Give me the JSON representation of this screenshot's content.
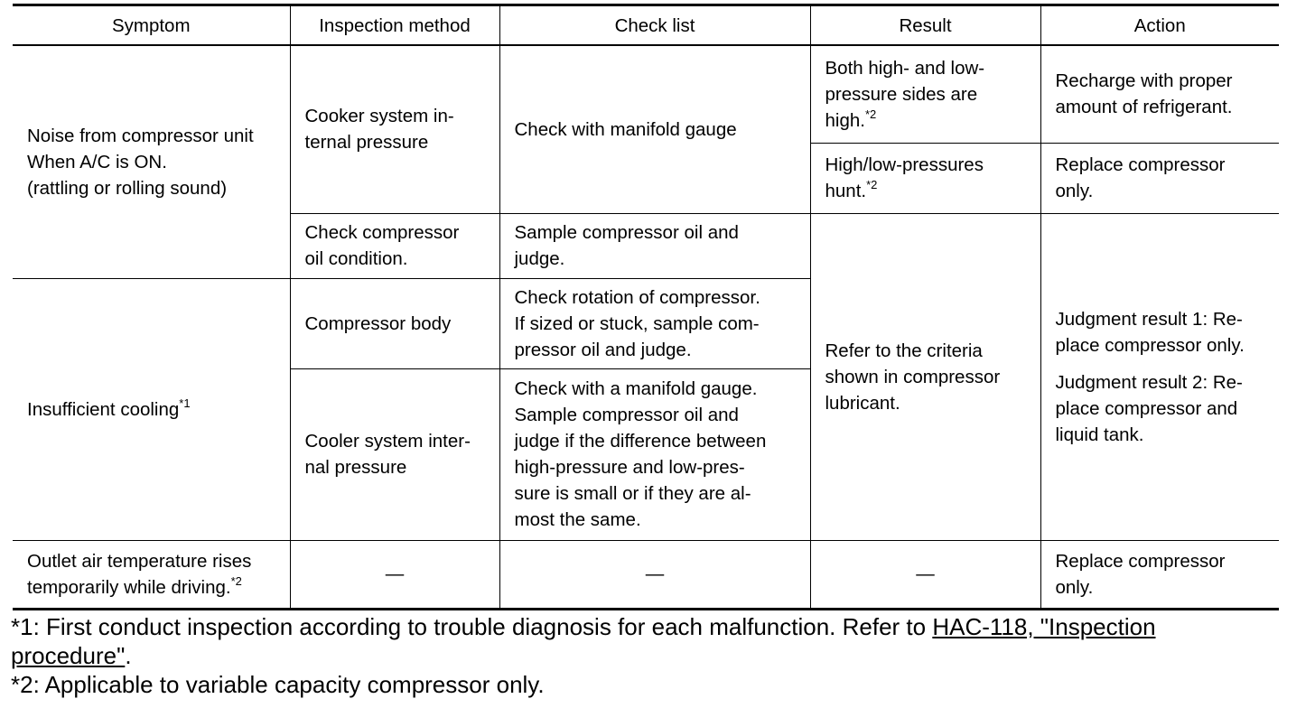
{
  "headers": {
    "symptom": "Symptom",
    "method": "Inspection method",
    "checklist": "Check list",
    "result": "Result",
    "action": "Action"
  },
  "rows": {
    "noise": {
      "symptom_l1": "Noise from compressor unit",
      "symptom_l2": "When A/C is ON.",
      "symptom_l3": "(rattling or rolling sound)",
      "method1_l1": "Cooker system in-",
      "method1_l2": "ternal pressure",
      "check1": "Check with manifold gauge",
      "result1_l1": "Both high- and low-",
      "result1_l2": "pressure sides are",
      "result1_l3": "high.",
      "result1_sup": "*2",
      "action1_l1": "Recharge with proper",
      "action1_l2": "amount of refrigerant.",
      "result2_l1": "High/low-pressures",
      "result2_l2": "hunt.",
      "result2_sup": "*2",
      "action2_l1": "Replace compressor",
      "action2_l2": "only.",
      "method2_l1": "Check compressor",
      "method2_l2": "oil condition.",
      "check2_l1": "Sample compressor oil and",
      "check2_l2": "judge."
    },
    "cooling": {
      "symptom": "Insufficient cooling",
      "symptom_sup": "*1",
      "method1": "Compressor body",
      "check1_l1": "Check rotation of compressor.",
      "check1_l2": "If sized or stuck, sample com-",
      "check1_l3": "pressor oil and judge.",
      "method2_l1": "Cooler system inter-",
      "method2_l2": "nal pressure",
      "check2_l1": "Check with a manifold gauge.",
      "check2_l2": "Sample compressor oil and",
      "check2_l3": "judge if the difference between",
      "check2_l4": "high-pressure and low-pres-",
      "check2_l5": "sure is small or if they are al-",
      "check2_l6": "most the same."
    },
    "shared": {
      "result_l1": "Refer to the criteria",
      "result_l2": "shown in compressor",
      "result_l3": "lubricant.",
      "action_a_l1": "Judgment result 1: Re-",
      "action_a_l2": "place compressor only.",
      "action_b_l1": "Judgment result 2: Re-",
      "action_b_l2": "place compressor and",
      "action_b_l3": "liquid tank."
    },
    "outlet": {
      "symptom_l1": "Outlet air temperature rises",
      "symptom_l2": "temporarily while driving.",
      "symptom_sup": "*2",
      "method": "—",
      "check": "—",
      "result": "—",
      "action_l1": "Replace compressor",
      "action_l2": "only."
    }
  },
  "footnotes": {
    "note1_text": "*1: First conduct inspection according to trouble diagnosis for each malfunction. Refer to ",
    "note1_link_a": "HAC-118, \"Inspection",
    "note1_link_b": "procedure\"",
    "note1_end": ".",
    "note2": "*2: Applicable to variable capacity compressor only."
  }
}
